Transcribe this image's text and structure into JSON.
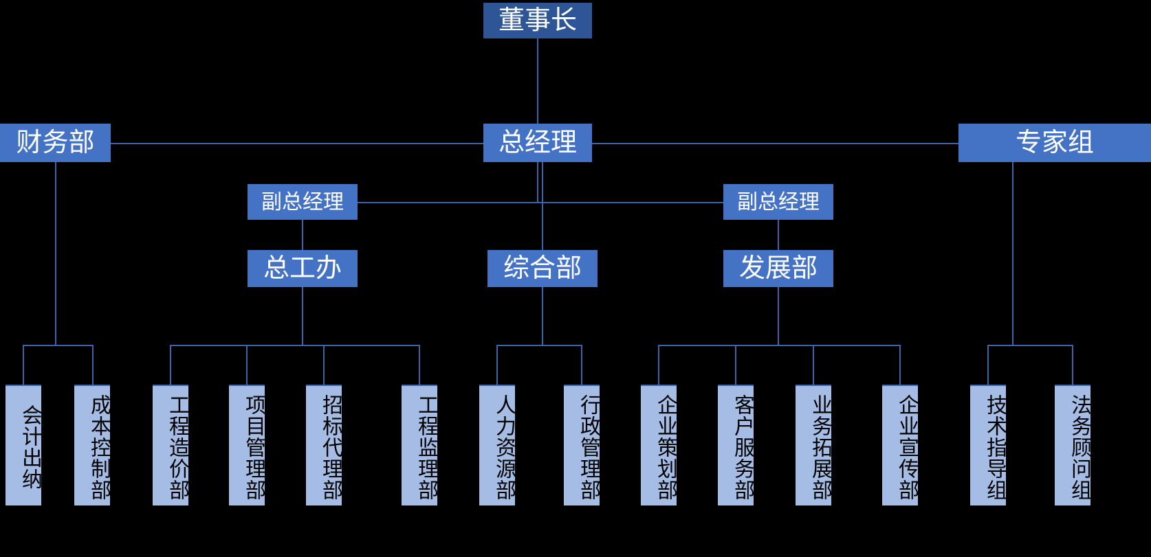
{
  "chart_data": {
    "type": "diagram",
    "diagram_type": "organization-chart",
    "title": "",
    "background_color": "#000000",
    "colors": {
      "root_fill": "#2e5596",
      "manager_fill": "#4472c4",
      "leaf_fill": "#a5bde4",
      "connector": "#3c64ab",
      "manager_text": "#ffffff",
      "leaf_text": "#000000"
    },
    "levels": [
      {
        "level": 0,
        "labels": [
          "董事长"
        ]
      },
      {
        "level": 1,
        "labels": [
          "财务部",
          "总经理",
          "专家组"
        ]
      },
      {
        "level": 2,
        "labels": [
          "副总经理",
          "副总经理"
        ]
      },
      {
        "level": 3,
        "labels": [
          "总工办",
          "综合部",
          "发展部"
        ]
      },
      {
        "level": 4,
        "labels": [
          "会计出纳",
          "成本控制部",
          "工程造价部",
          "项目管理部",
          "招标代理部",
          "工程监理部",
          "人力资源部",
          "行政管理部",
          "企业策划部",
          "客户服务部",
          "业务拓展部",
          "企业宣传部",
          "技术指导组",
          "法务顾问组"
        ]
      }
    ]
  },
  "nodes": {
    "chairman": {
      "label": "董事长"
    },
    "finance": {
      "label": "财务部"
    },
    "general_manager": {
      "label": "总经理"
    },
    "expert_group": {
      "label": "专家组"
    },
    "deputy_gm_left": {
      "label": "副总经理"
    },
    "deputy_gm_right": {
      "label": "副总经理"
    },
    "chief_engineer_office": {
      "label": "总工办"
    },
    "comprehensive_dept": {
      "label": "综合部"
    },
    "development_dept": {
      "label": "发展部"
    }
  },
  "leaves": [
    {
      "key": "accounting_cashier",
      "label": "会计出纳"
    },
    {
      "key": "cost_control",
      "label": "成本控制部"
    },
    {
      "key": "engineering_cost",
      "label": "工程造价部"
    },
    {
      "key": "project_management",
      "label": "项目管理部"
    },
    {
      "key": "bidding_agency",
      "label": "招标代理部"
    },
    {
      "key": "engineering_supervision",
      "label": "工程监理部"
    },
    {
      "key": "human_resources",
      "label": "人力资源部"
    },
    {
      "key": "administration",
      "label": "行政管理部"
    },
    {
      "key": "enterprise_planning",
      "label": "企业策划部"
    },
    {
      "key": "customer_service",
      "label": "客户服务部"
    },
    {
      "key": "business_development",
      "label": "业务拓展部"
    },
    {
      "key": "enterprise_publicity",
      "label": "企业宣传部"
    },
    {
      "key": "technical_guidance",
      "label": "技术指导组"
    },
    {
      "key": "legal_counsel",
      "label": "法务顾问组"
    }
  ]
}
